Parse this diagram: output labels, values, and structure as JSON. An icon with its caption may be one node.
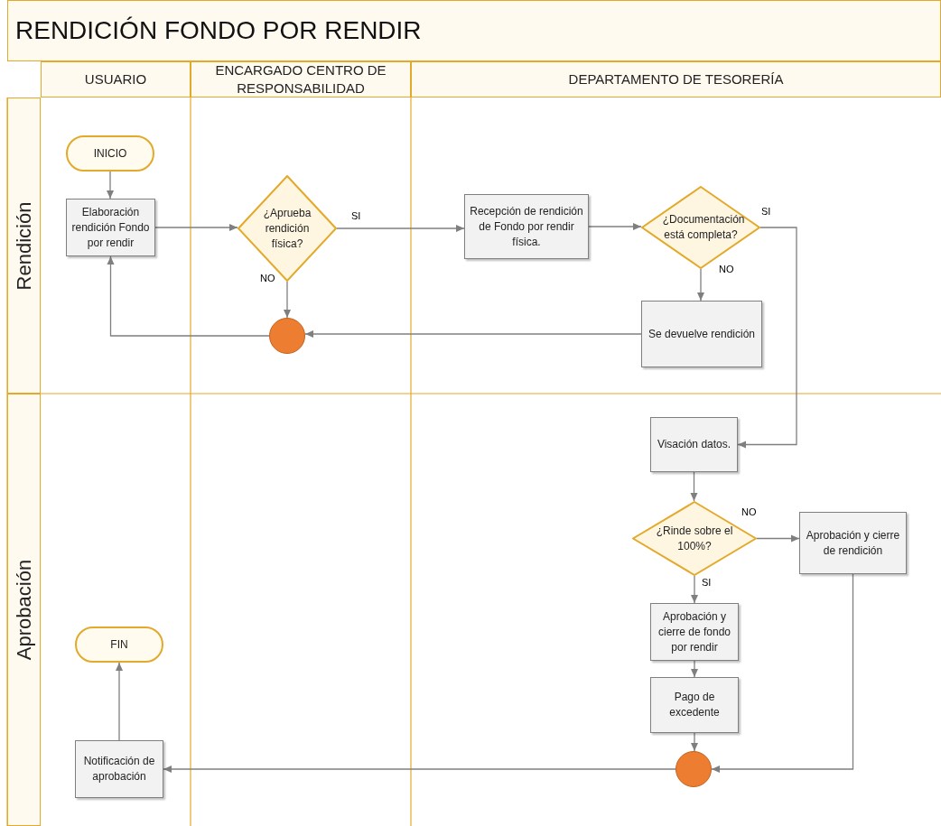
{
  "diagram": {
    "title": "RENDICIÓN FONDO POR RENDIR",
    "nodes": [
      {
        "text": [
          "USUARIO"
        ]
      },
      {
        "text": [
          "ENCARGADO CENTRO DE RESPONSABILIDAD"
        ]
      },
      {
        "text": [
          "DEPARTAMENTO DE TESORERÍA"
        ]
      },
      {
        "text": [
          "Rendición"
        ]
      },
      {
        "text": [
          "Aprobación"
        ]
      },
      {
        "text": [
          "INICIO"
        ]
      },
      {
        "text": [
          "Elaboración rendición Fondo por rendir"
        ]
      },
      {
        "text": [
          "¿Aprueba rendición física?"
        ]
      },
      {
        "text": [],
        "shape": "circle"
      },
      {
        "text": [
          "Recepción de rendición de Fondo por rendir física."
        ]
      },
      {
        "text": [
          "¿Documentación está completa?"
        ]
      },
      {
        "text": [
          "Se devuelve rendición"
        ]
      },
      {
        "text": [
          "Visación datos."
        ]
      },
      {
        "text": [
          "¿Rinde sobre el 100%?"
        ]
      },
      {
        "text": [
          "Aprobación y cierre de rendición"
        ]
      },
      {
        "text": [
          "Aprobación y cierre de fondo por rendir"
        ]
      },
      {
        "text": [
          "Pago de excedente"
        ]
      },
      {
        "text": [],
        "shape": "circle"
      },
      {
        "text": [
          "Notificación de aprobación"
        ]
      },
      {
        "text": [
          "FIN"
        ]
      }
    ],
    "edges": [
      {
        "from": 5,
        "to": 6,
        "arrow": "to"
      },
      {
        "from": 6,
        "to": 7,
        "arrow": "to"
      },
      {
        "from": 7,
        "to": 9,
        "arrow": "to",
        "label": "SI"
      },
      {
        "from": 7,
        "to": 8,
        "arrow": "to",
        "label": "NO"
      },
      {
        "from": 8,
        "to": 6,
        "arrow": "to"
      },
      {
        "from": 9,
        "to": 10,
        "arrow": "to"
      },
      {
        "from": 10,
        "to": 11,
        "arrow": "to",
        "label": "NO"
      },
      {
        "from": 11,
        "to": 8,
        "arrow": "to"
      },
      {
        "from": 10,
        "to": 12,
        "arrow": "to",
        "label": "SI"
      },
      {
        "from": 12,
        "to": 13,
        "arrow": "to"
      },
      {
        "from": 13,
        "to": 14,
        "arrow": "to",
        "label": "NO"
      },
      {
        "from": 13,
        "to": 15,
        "arrow": "to",
        "label": "SI"
      },
      {
        "from": 15,
        "to": 16,
        "arrow": "to"
      },
      {
        "from": 16,
        "to": 17,
        "arrow": "to"
      },
      {
        "from": 14,
        "to": 17,
        "arrow": "to"
      },
      {
        "from": 17,
        "to": 18,
        "arrow": "to"
      },
      {
        "from": 18,
        "to": 19,
        "arrow": "to"
      }
    ]
  }
}
